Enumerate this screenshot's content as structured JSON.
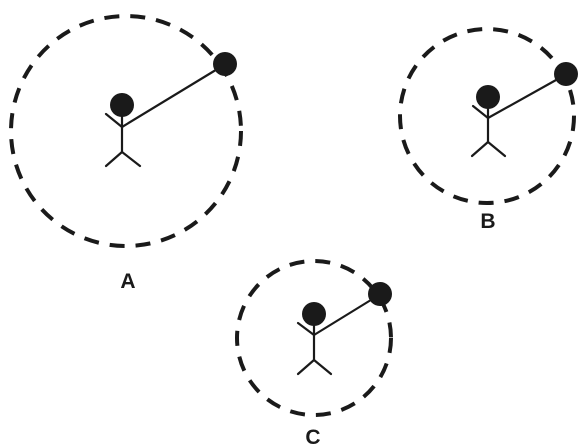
{
  "panels": [
    {
      "id": "A",
      "label": "A"
    },
    {
      "id": "B",
      "label": "B"
    },
    {
      "id": "C",
      "label": "C"
    }
  ],
  "colors": {
    "ink": "#1a1a1a",
    "background": "#ffffff"
  }
}
